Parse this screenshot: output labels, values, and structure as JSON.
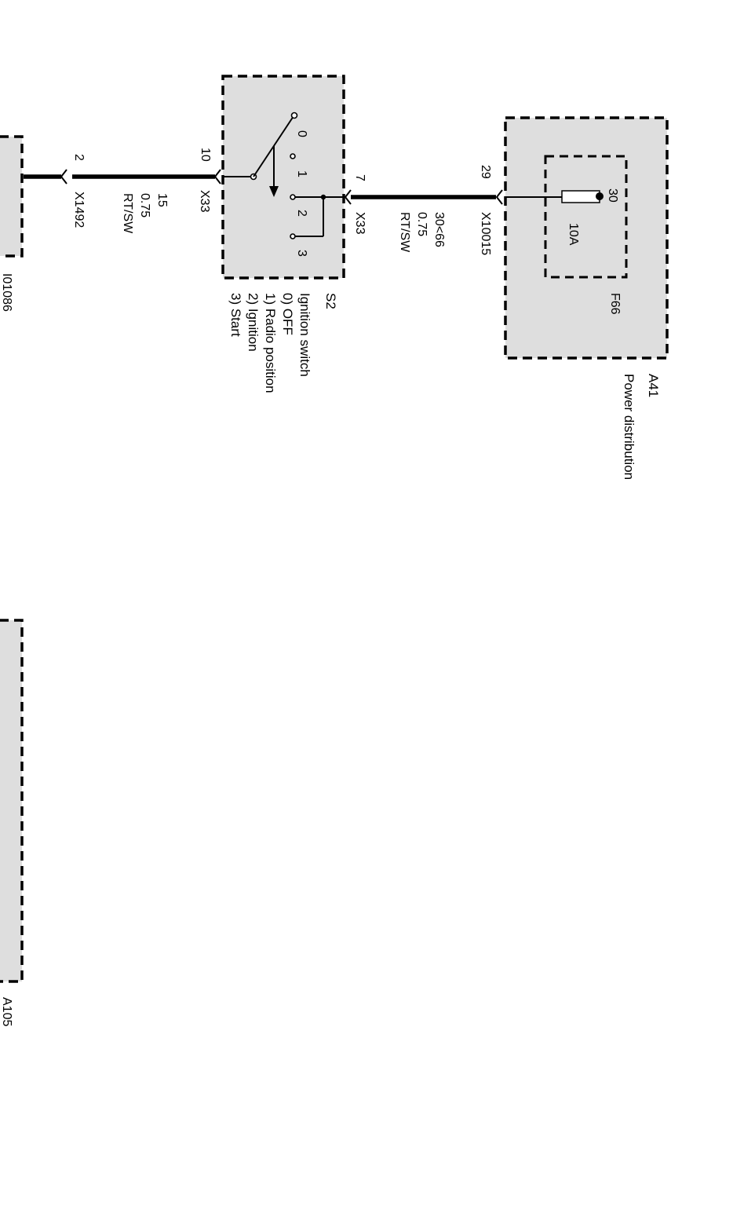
{
  "components": {
    "a41": {
      "id": "A41",
      "name": "Power distribution",
      "fuse": {
        "id": "F66",
        "terminal": "30",
        "rating": "10A"
      }
    },
    "s2": {
      "id": "S2",
      "name": "Ignition switch",
      "positions": [
        "0",
        "1",
        "2",
        "3"
      ],
      "legend": [
        "0) OFF",
        "1) Radio position",
        "2) Ignition",
        "3) Start"
      ]
    },
    "i01086": {
      "id": "I01086"
    },
    "a105": {
      "id": "A105"
    }
  },
  "wires": {
    "upper": {
      "pin_left": "29",
      "pin_right": "7",
      "connector_left": "X10015",
      "connector_right": "X33",
      "signal": "30<66",
      "gauge": "0.75",
      "color": "RT/SW"
    },
    "lower": {
      "pin_left": "10",
      "pin_right": "2",
      "connector_left": "X33",
      "connector_right": "X1492",
      "signal": "15",
      "gauge": "0.75",
      "color": "RT/SW"
    }
  }
}
